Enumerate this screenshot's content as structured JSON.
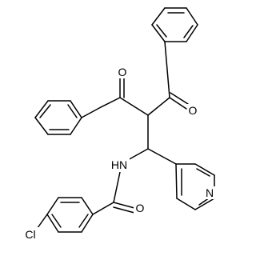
{
  "structure": {
    "atom_labels": {
      "carbonyl_o_left": "O",
      "carbonyl_o_right": "O",
      "amide_nh": "HN",
      "amide_o": "O",
      "pyridine_n": "N",
      "chlorine": "Cl"
    }
  }
}
